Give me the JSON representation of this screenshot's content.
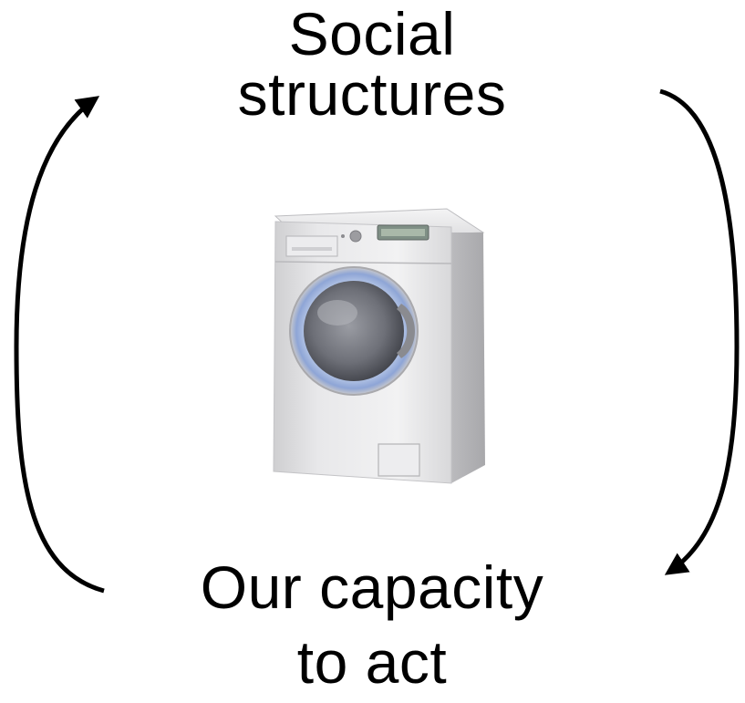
{
  "diagram": {
    "top_label": {
      "line1": "Social",
      "line2": "structures"
    },
    "bottom_label": {
      "line1": "Our capacity",
      "line2": "to act"
    },
    "center_image": {
      "icon": "washing-machine-icon"
    },
    "left_arrow": {
      "direction": "up",
      "from": "bottom_label",
      "to": "top_label"
    },
    "right_arrow": {
      "direction": "down",
      "from": "top_label",
      "to": "bottom_label"
    }
  }
}
